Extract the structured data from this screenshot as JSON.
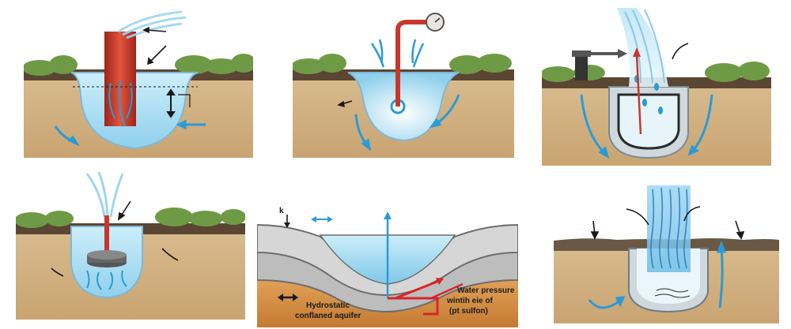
{
  "panels": [
    {
      "id": "top-left-scene",
      "icons": [
        "red-pipe-icon",
        "water-spray-icon",
        "arrow-icon"
      ]
    },
    {
      "id": "top-center-scene",
      "icons": [
        "red-pipe-icon",
        "gauge-icon",
        "arrow-icon"
      ]
    },
    {
      "id": "top-right-scene",
      "icons": [
        "pump-icon",
        "water-spray-icon",
        "arrow-icon"
      ]
    },
    {
      "id": "bottom-left-scene",
      "icons": [
        "pipe-icon",
        "disc-icon",
        "water-spray-icon"
      ]
    },
    {
      "id": "bottom-center-cross-section",
      "icons": [
        "arrow-icon"
      ]
    },
    {
      "id": "bottom-right-scene",
      "icons": [
        "water-column-icon",
        "arrow-icon"
      ]
    }
  ],
  "labels": {
    "k_label": "k",
    "water_pressure_line1": "Water pressure",
    "water_pressure_line2": "wintih eie of",
    "water_pressure_line3": "(pt sulfon)",
    "hydrostatic_line1": "Hydrostatic",
    "hydrostatic_line2": "conflaned aquifer"
  },
  "colors": {
    "soil": "#d2b48c",
    "topsoil": "#5a4632",
    "grass": "#6f9a45",
    "water": "#a9dcf0",
    "water_arrow": "#2a9bd6",
    "pipe_red": "#c8372b",
    "arrow_black": "#1a1a1a"
  }
}
